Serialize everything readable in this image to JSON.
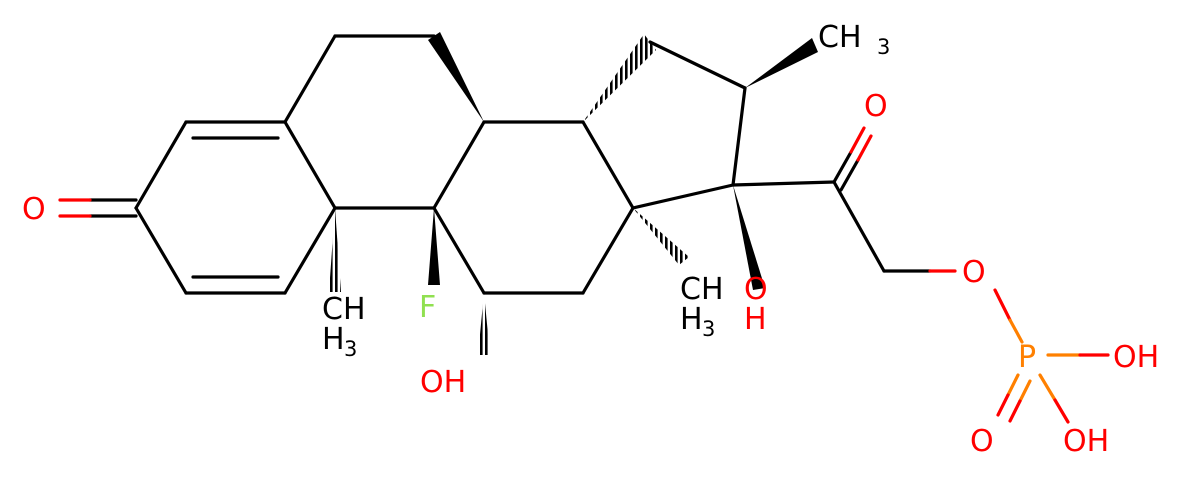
{
  "molecule": {
    "atom_colors": {
      "C": "#000000",
      "O": "#ff0000",
      "F": "#90e050",
      "P": "#ff8000"
    },
    "labels": {
      "ketone_o": "O",
      "methyl_top_c": "CH",
      "methyl_top_sub": "3",
      "acetyl_o": "O",
      "fluorine": "F",
      "methyl_c10_c": "CH",
      "methyl_c10_sub": "3",
      "hydroxyl_c11": "OH",
      "methyl_c13_c": "CH",
      "methyl_c13_sub": "3",
      "hydroxyl_c17_o": "O",
      "hydroxyl_c17_h": "H",
      "ester_o": "O",
      "phosphorus": "P",
      "phosphate_oh1": "OH",
      "phosphate_o": "O",
      "phosphate_oh2": "OH"
    }
  }
}
